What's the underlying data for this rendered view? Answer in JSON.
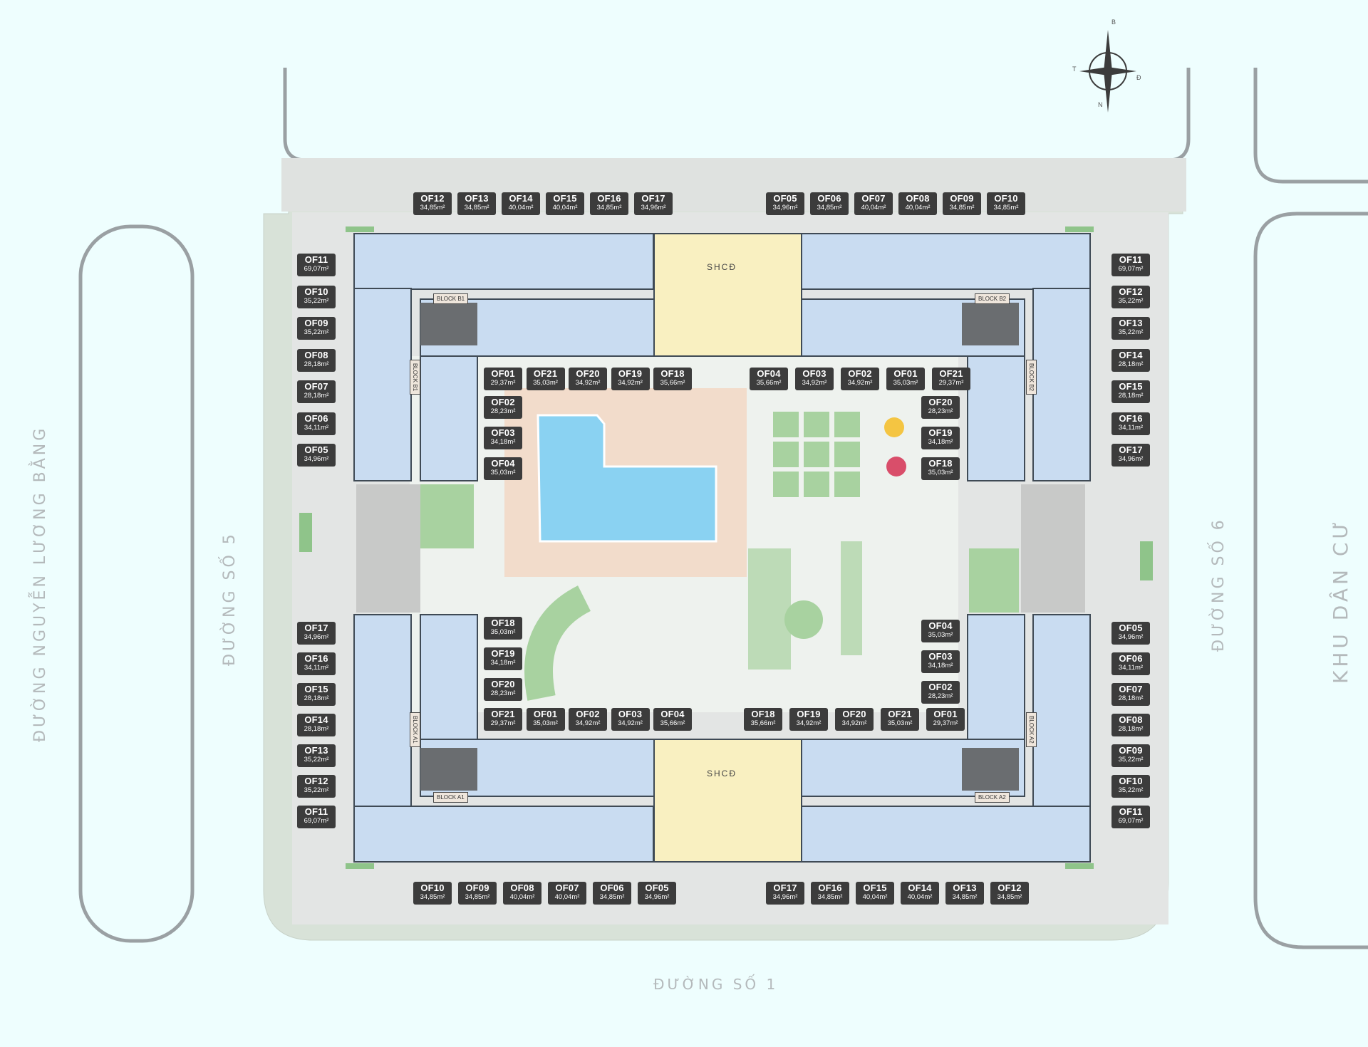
{
  "streets": {
    "left": "ĐƯỜNG NGUYỄN LƯƠNG BẰNG",
    "west": "ĐƯỜNG SỐ 5",
    "east": "ĐƯỜNG SỐ 6",
    "south": "ĐƯỜNG SỐ 1",
    "right": "KHU DÂN CƯ"
  },
  "compass": {
    "north": "N",
    "south": "B",
    "west": "T",
    "east": "Đ"
  },
  "amenities": {
    "shcd_top": "SHCĐ",
    "shcd_bottom": "SHCĐ"
  },
  "blocks": {
    "b1": "BLOCK B1",
    "b1_side": "BLOCK B1",
    "b2": "BLOCK B2",
    "b2_side": "BLOCK B2",
    "a1": "BLOCK A1",
    "a1_side": "BLOCK A1",
    "a2": "BLOCK A2",
    "a2_side": "BLOCK A2"
  },
  "colors": {
    "background": "#eefefe",
    "unit_fill": "#c9dcf1",
    "amenity_fill": "#f9f0c1",
    "tag_fill": "#3c3c3c",
    "pool": "#8ad2f2",
    "green": "#a8d2a0"
  },
  "units": {
    "b1_top": [
      [
        "OF12",
        "34,85m²"
      ],
      [
        "OF13",
        "34,85m²"
      ],
      [
        "OF14",
        "40,04m²"
      ],
      [
        "OF15",
        "40,04m²"
      ],
      [
        "OF16",
        "34,85m²"
      ],
      [
        "OF17",
        "34,96m²"
      ]
    ],
    "b2_top": [
      [
        "OF05",
        "34,96m²"
      ],
      [
        "OF06",
        "34,85m²"
      ],
      [
        "OF07",
        "40,04m²"
      ],
      [
        "OF08",
        "40,04m²"
      ],
      [
        "OF09",
        "34,85m²"
      ],
      [
        "OF10",
        "34,85m²"
      ]
    ],
    "b1_left": [
      [
        "OF11",
        "69,07m²"
      ],
      [
        "OF10",
        "35,22m²"
      ],
      [
        "OF09",
        "35,22m²"
      ],
      [
        "OF08",
        "28,18m²"
      ],
      [
        "OF07",
        "28,18m²"
      ],
      [
        "OF06",
        "34,11m²"
      ],
      [
        "OF05",
        "34,96m²"
      ]
    ],
    "b2_right": [
      [
        "OF11",
        "69,07m²"
      ],
      [
        "OF12",
        "35,22m²"
      ],
      [
        "OF13",
        "35,22m²"
      ],
      [
        "OF14",
        "28,18m²"
      ],
      [
        "OF15",
        "28,18m²"
      ],
      [
        "OF16",
        "34,11m²"
      ],
      [
        "OF17",
        "34,96m²"
      ]
    ],
    "b1_inner_h": [
      [
        "OF01",
        "29,37m²"
      ],
      [
        "OF21",
        "35,03m²"
      ],
      [
        "OF20",
        "34,92m²"
      ],
      [
        "OF19",
        "34,92m²"
      ],
      [
        "OF18",
        "35,66m²"
      ]
    ],
    "b1_inner_v": [
      [
        "OF02",
        "28,23m²"
      ],
      [
        "OF03",
        "34,18m²"
      ],
      [
        "OF04",
        "35,03m²"
      ]
    ],
    "b2_inner_h": [
      [
        "OF04",
        "35,66m²"
      ],
      [
        "OF03",
        "34,92m²"
      ],
      [
        "OF02",
        "34,92m²"
      ],
      [
        "OF01",
        "35,03m²"
      ],
      [
        "OF21",
        "29,37m²"
      ]
    ],
    "b2_inner_v": [
      [
        "OF20",
        "28,23m²"
      ],
      [
        "OF19",
        "34,18m²"
      ],
      [
        "OF18",
        "35,03m²"
      ]
    ],
    "a1_inner_v": [
      [
        "OF18",
        "35,03m²"
      ],
      [
        "OF19",
        "34,18m²"
      ],
      [
        "OF20",
        "28,23m²"
      ]
    ],
    "a1_inner_h": [
      [
        "OF21",
        "29,37m²"
      ],
      [
        "OF01",
        "35,03m²"
      ],
      [
        "OF02",
        "34,92m²"
      ],
      [
        "OF03",
        "34,92m²"
      ],
      [
        "OF04",
        "35,66m²"
      ]
    ],
    "a2_inner_v": [
      [
        "OF04",
        "35,03m²"
      ],
      [
        "OF03",
        "34,18m²"
      ],
      [
        "OF02",
        "28,23m²"
      ]
    ],
    "a2_inner_h": [
      [
        "OF18",
        "35,66m²"
      ],
      [
        "OF19",
        "34,92m²"
      ],
      [
        "OF20",
        "34,92m²"
      ],
      [
        "OF21",
        "35,03m²"
      ],
      [
        "OF01",
        "29,37m²"
      ]
    ],
    "a1_left": [
      [
        "OF17",
        "34,96m²"
      ],
      [
        "OF16",
        "34,11m²"
      ],
      [
        "OF15",
        "28,18m²"
      ],
      [
        "OF14",
        "28,18m²"
      ],
      [
        "OF13",
        "35,22m²"
      ],
      [
        "OF12",
        "35,22m²"
      ],
      [
        "OF11",
        "69,07m²"
      ]
    ],
    "a2_right": [
      [
        "OF05",
        "34,96m²"
      ],
      [
        "OF06",
        "34,11m²"
      ],
      [
        "OF07",
        "28,18m²"
      ],
      [
        "OF08",
        "28,18m²"
      ],
      [
        "OF09",
        "35,22m²"
      ],
      [
        "OF10",
        "35,22m²"
      ],
      [
        "OF11",
        "69,07m²"
      ]
    ],
    "a1_bottom": [
      [
        "OF10",
        "34,85m²"
      ],
      [
        "OF09",
        "34,85m²"
      ],
      [
        "OF08",
        "40,04m²"
      ],
      [
        "OF07",
        "40,04m²"
      ],
      [
        "OF06",
        "34,85m²"
      ],
      [
        "OF05",
        "34,96m²"
      ]
    ],
    "a2_bottom": [
      [
        "OF17",
        "34,96m²"
      ],
      [
        "OF16",
        "34,85m²"
      ],
      [
        "OF15",
        "40,04m²"
      ],
      [
        "OF14",
        "40,04m²"
      ],
      [
        "OF13",
        "34,85m²"
      ],
      [
        "OF12",
        "34,85m²"
      ]
    ]
  }
}
